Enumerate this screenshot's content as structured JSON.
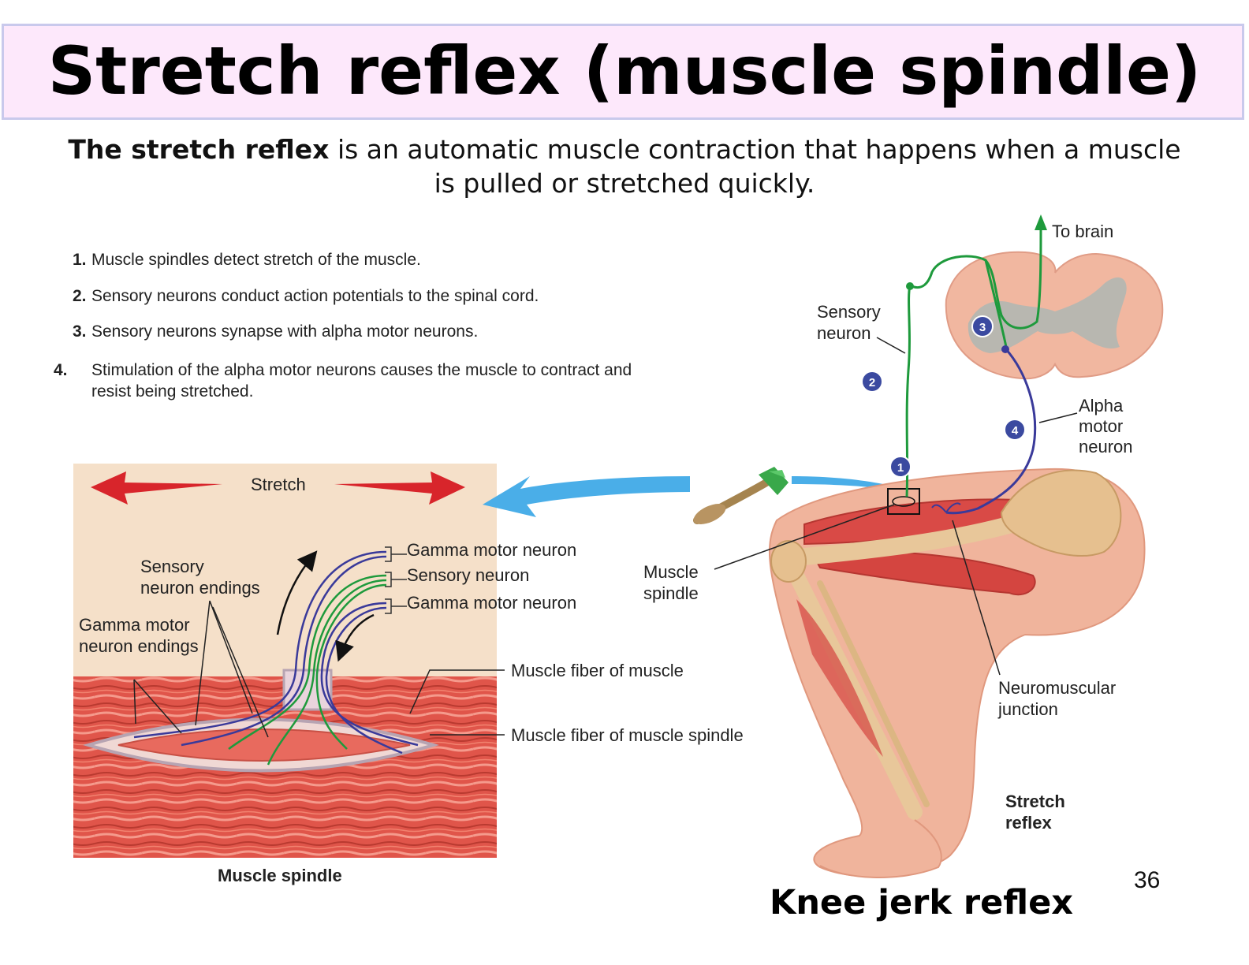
{
  "slide": {
    "title": "Stretch reflex (muscle spindle)",
    "intro_bold": "The stretch reflex",
    "intro_rest": " is an automatic muscle contraction that happens when a muscle is pulled or stretched quickly.",
    "page_number": "36",
    "caption_knee": "Knee jerk reflex"
  },
  "steps": [
    {
      "num": "1.",
      "text": "Muscle spindles detect stretch of the muscle."
    },
    {
      "num": "2.",
      "text": "Sensory neurons conduct action potentials to the spinal cord."
    },
    {
      "num": "3.",
      "text": "Sensory neurons synapse with alpha motor neurons."
    },
    {
      "num": "4.",
      "text": "Stimulation of the alpha motor neurons causes the muscle to contract and resist being stretched."
    }
  ],
  "spindle_diagram": {
    "stretch": "Stretch",
    "gamma_motor_neuron_1": "Gamma motor neuron",
    "sensory_neuron": "Sensory neuron",
    "gamma_motor_neuron_2": "Gamma motor neuron",
    "sensory_neuron_endings": "Sensory\nneuron endings",
    "gamma_motor_neuron_endings": "Gamma motor\nneuron endings",
    "muscle_fiber_of_muscle": "Muscle fiber of muscle",
    "muscle_fiber_of_spindle": "Muscle fiber of muscle spindle",
    "caption": "Muscle spindle"
  },
  "reflex_diagram": {
    "to_brain": "To brain",
    "sensory_neuron": "Sensory\nneuron",
    "alpha_motor_neuron": "Alpha\nmotor\nneuron",
    "muscle_spindle": "Muscle\nspindle",
    "neuromuscular_junction": "Neuromuscular\njunction",
    "caption": "Stretch\nreflex",
    "badges": [
      "1",
      "2",
      "3",
      "4"
    ]
  },
  "colors": {
    "title_bg": "#fde8fb",
    "title_border": "#c9c9ec",
    "sensory_green": "#1e9a3c",
    "motor_blue": "#3a3a9a",
    "badge_blue": "#3b4aa0",
    "stretch_red": "#d8252b",
    "arrow_blue": "#4aaee8",
    "muscle_red": "#e0554a",
    "spindle_bg": "#f5e0c9",
    "cord_pink": "#f1b7a0",
    "cord_grey": "#b8b7b0"
  }
}
